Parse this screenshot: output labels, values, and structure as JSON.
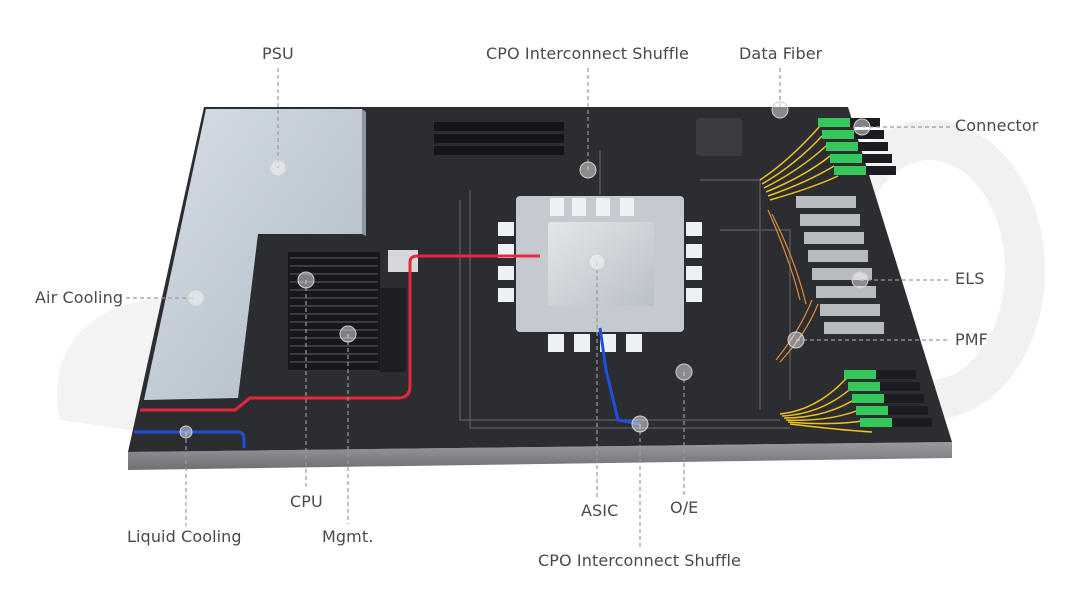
{
  "labels": {
    "psu": "PSU",
    "cpo_top": "CPO Interconnect Shuffle",
    "data_fiber": "Data Fiber",
    "connector": "Connector",
    "air_cooling": "Air Cooling",
    "els": "ELS",
    "pmf": "PMF",
    "cpu": "CPU",
    "liquid_cooling": "Liquid Cooling",
    "mgmt": "Mgmt.",
    "asic": "ASIC",
    "oe": "O/E",
    "cpo_bottom": "CPO Interconnect Shuffle"
  },
  "colors": {
    "board": "#2b2d31",
    "board_side": "#8f9094",
    "psu": "#c9d3dc",
    "fiber": "#f1c21a",
    "connector": "#34c759",
    "power_line": "#e8283a",
    "coolant_line": "#1f4fe0",
    "leader": "#9a9a9a",
    "watermark": "#ececec"
  }
}
